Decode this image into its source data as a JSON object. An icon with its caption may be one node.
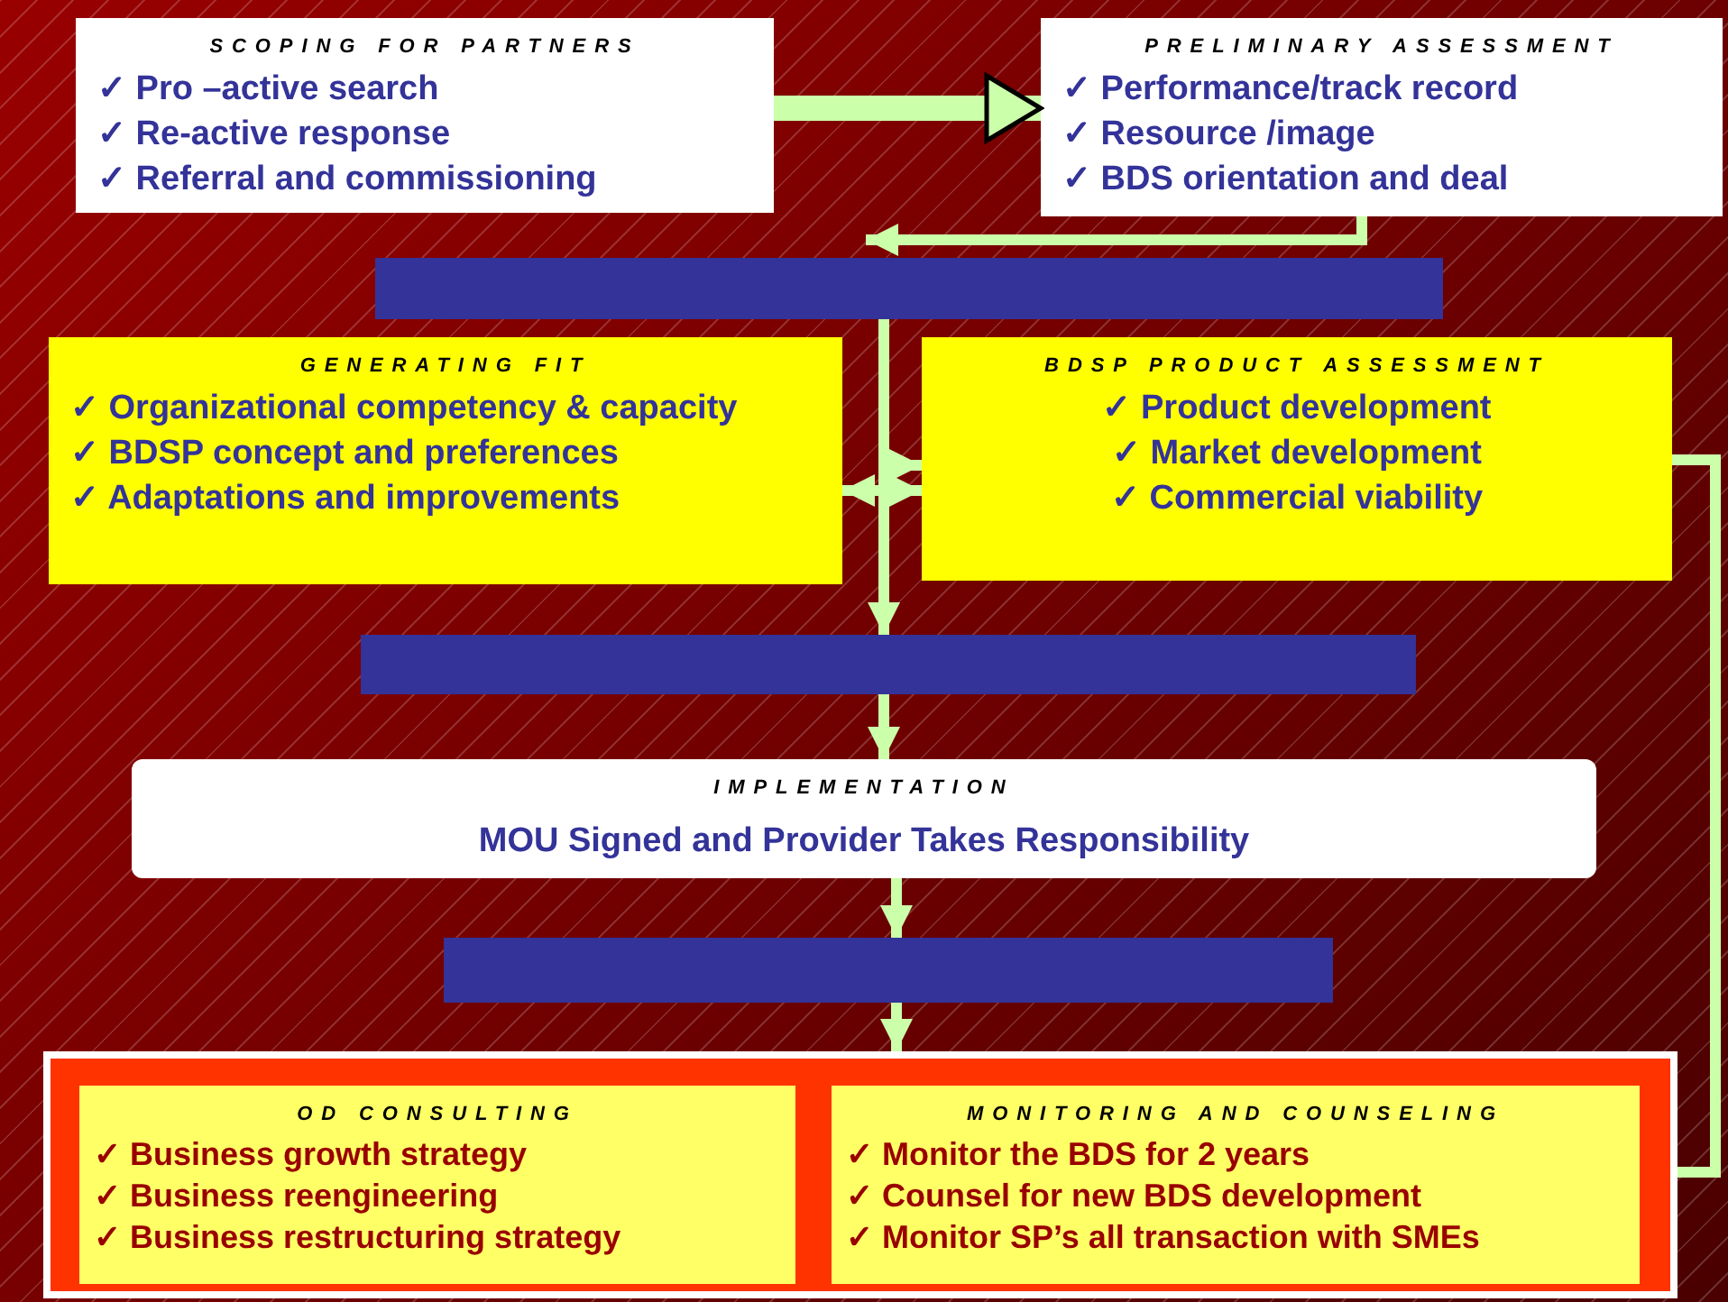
{
  "diagram": {
    "nodes": [
      {
        "text": [
          "SCOPING FOR PARTNERS",
          "✓ Pro –active search",
          "✓ Re-active response",
          "✓ Referral and commissioning"
        ]
      },
      {
        "text": [
          "PRELIMINARY ASSESSMENT",
          "✓ Performance/track record",
          "✓ Resource /image",
          "✓ BDS orientation and deal"
        ]
      },
      {
        "text": [],
        "shape": "bar"
      },
      {
        "text": [
          "GENERATING FIT",
          "✓ Organizational competency & capacity",
          "✓ BDSP concept and preferences",
          "✓ Adaptations and improvements"
        ]
      },
      {
        "text": [
          "BDSP PRODUCT ASSESSMENT",
          "✓ Product development",
          "✓ Market development",
          "✓ Commercial viability"
        ]
      },
      {
        "text": [],
        "shape": "bar"
      },
      {
        "text": [
          "IMPLEMENTATION",
          "MOU Signed and Provider Takes Responsibility"
        ]
      },
      {
        "text": [],
        "shape": "bar"
      },
      {
        "text": [],
        "shape": "box"
      },
      {
        "text": [
          "OD CONSULTING",
          "✓ Business growth strategy",
          "✓ Business reengineering",
          "✓ Business restructuring strategy"
        ],
        "in": 8
      },
      {
        "text": [
          "MONITORING AND COUNSELING",
          "✓ Monitor the BDS for 2 years",
          "✓ Counsel for new BDS development",
          "✓ Monitor SP’s all transaction with SMEs"
        ],
        "in": 8
      }
    ],
    "edges": [
      {
        "from": 0,
        "to": 1,
        "arrow": "to",
        "style": "thick"
      },
      {
        "from": 1,
        "to": 2,
        "arrow": "to"
      },
      {
        "from": 2,
        "to": 4,
        "arrow": "to"
      },
      {
        "from": 3,
        "to": 4,
        "arrow": "both"
      },
      {
        "from": 2,
        "to": 5,
        "arrow": "to"
      },
      {
        "from": 5,
        "to": 6,
        "arrow": "to"
      },
      {
        "from": 6,
        "to": 7,
        "arrow": "to"
      },
      {
        "from": 7,
        "to": 8,
        "arrow": "to"
      },
      {
        "from": 4,
        "to": 8,
        "arrow": "none"
      }
    ]
  }
}
